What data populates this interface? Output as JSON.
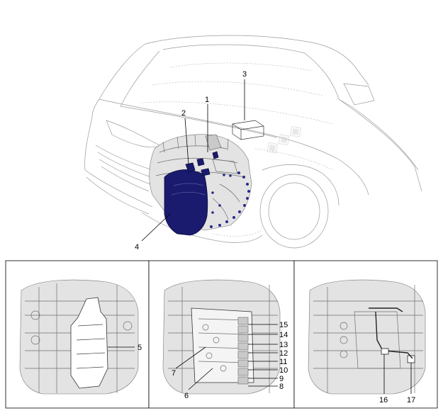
{
  "callouts": {
    "c1": "1",
    "c2": "2",
    "c3": "3",
    "c4": "4",
    "c5": "5",
    "c6": "6",
    "c7": "7",
    "c8": "8",
    "c9": "9",
    "c10": "10",
    "c11": "11",
    "c12": "12",
    "c13": "13",
    "c14": "14",
    "c15": "15",
    "c16": "16",
    "c17": "17"
  },
  "colors": {
    "highlight": "#1a1a6e",
    "line": "#000000",
    "sketch": "#9a9a9a"
  }
}
